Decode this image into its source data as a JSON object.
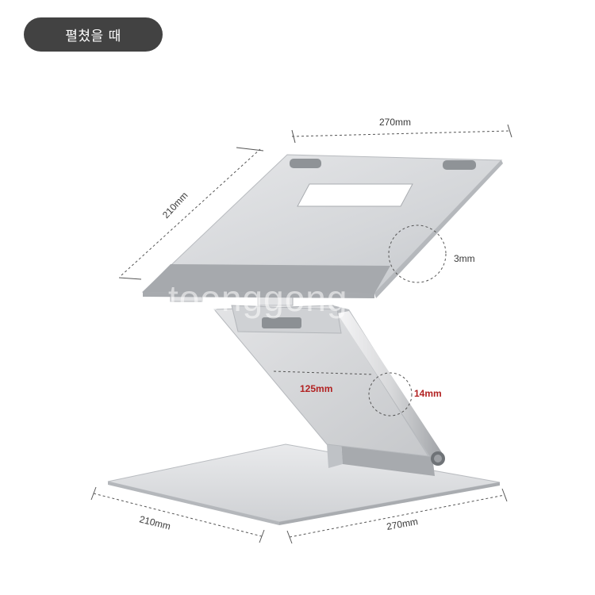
{
  "badge": {
    "label": "펼쳤을 때"
  },
  "dimensions": {
    "top_width": "270mm",
    "top_depth": "210mm",
    "thickness": "3mm",
    "arm_length": "125mm",
    "arm_diameter": "14mm",
    "base_depth": "210mm",
    "base_width": "270mm"
  },
  "watermark": "toonggong",
  "colors": {
    "badge_bg": "#424242",
    "accent_red": "#b22222",
    "aluminum": "#d9dbde"
  }
}
